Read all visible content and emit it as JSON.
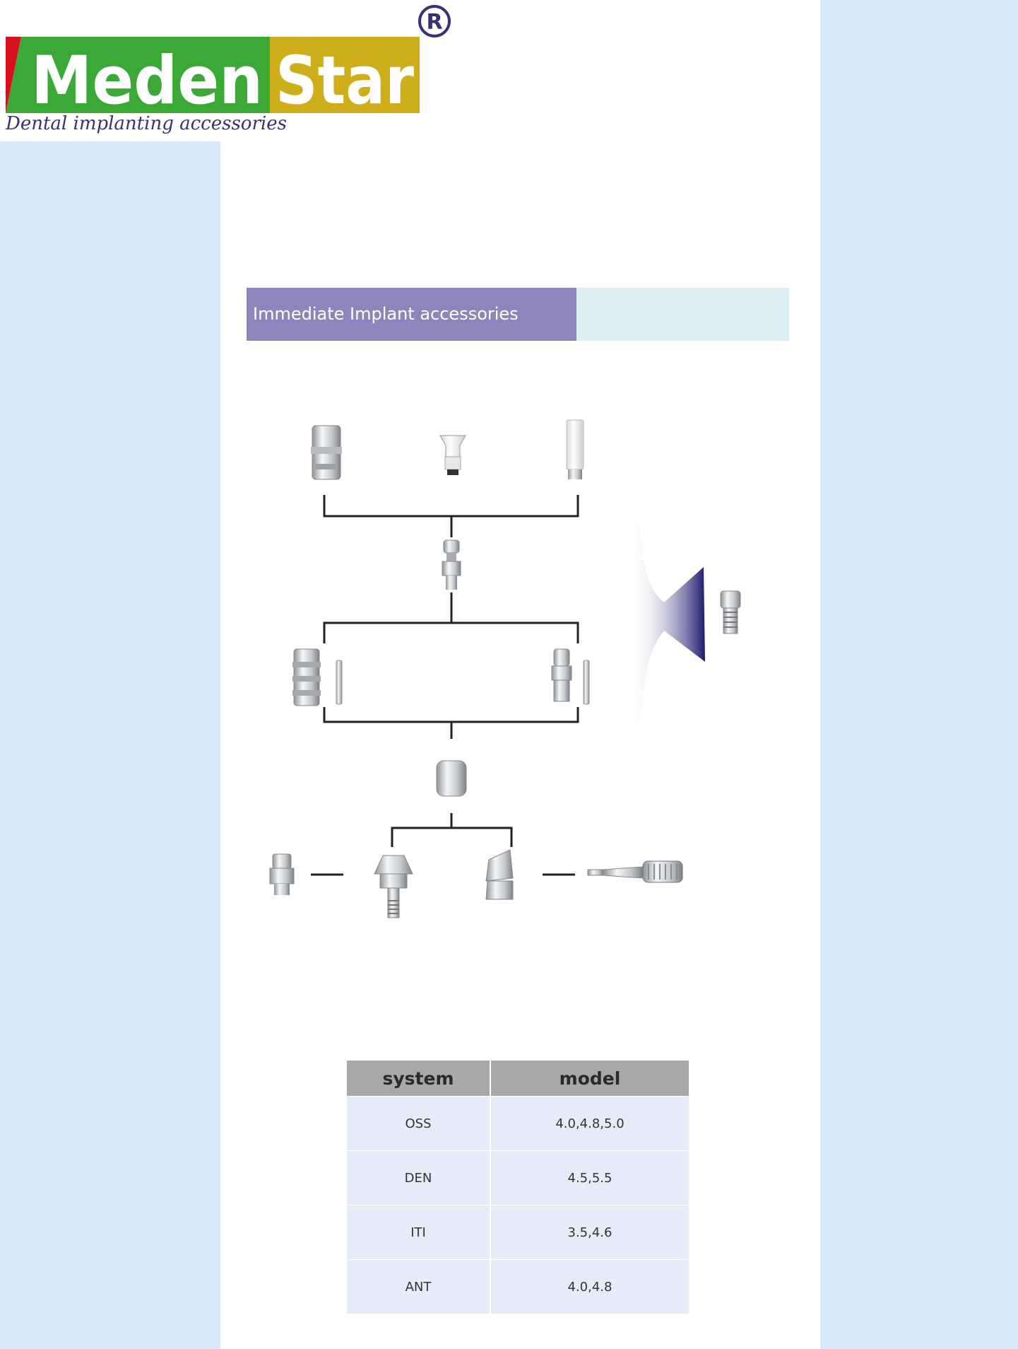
{
  "brand": {
    "name_part1": "Meden",
    "name_part2": "Star",
    "registered_mark": "R",
    "tagline": "Dental implanting accessories",
    "colors": {
      "red": "#d8101f",
      "green": "#3aa935",
      "gold": "#cfae1c",
      "ink": "#3a2f7a"
    }
  },
  "section": {
    "title": "Immediate Implant accessories",
    "colors": {
      "title_bg": "#8f84bb",
      "strip_bg": "#dbeef0"
    }
  },
  "diagram": {
    "components": [
      {
        "id": "impression-coping-top",
        "icon": "impression-coping-icon"
      },
      {
        "id": "healing-cap-white",
        "icon": "healing-cap-icon"
      },
      {
        "id": "plastic-sleeve",
        "icon": "plastic-sleeve-icon"
      },
      {
        "id": "transfer-post",
        "icon": "transfer-post-icon"
      },
      {
        "id": "impression-coping-left",
        "icon": "impression-coping-icon"
      },
      {
        "id": "guide-pin-left",
        "icon": "guide-pin-icon"
      },
      {
        "id": "analog-right",
        "icon": "implant-analog-icon"
      },
      {
        "id": "guide-pin-right",
        "icon": "guide-pin-icon"
      },
      {
        "id": "healing-cap-metal",
        "icon": "healing-cap-icon"
      },
      {
        "id": "analog-small",
        "icon": "implant-analog-icon"
      },
      {
        "id": "straight-abutment",
        "icon": "straight-abutment-icon"
      },
      {
        "id": "angled-abutment",
        "icon": "angled-abutment-icon"
      },
      {
        "id": "screwdriver",
        "icon": "screwdriver-icon"
      },
      {
        "id": "abutment-screw",
        "icon": "abutment-screw-icon"
      }
    ],
    "arrow_color": "#1e1a6e"
  },
  "table": {
    "headers": [
      "system",
      "model"
    ],
    "rows": [
      [
        "OSS",
        "4.0,4.8,5.0"
      ],
      [
        "DEN",
        "4.5,5.5"
      ],
      [
        "ITI",
        "3.5,4.6"
      ],
      [
        "ANT",
        "4.0,4.8"
      ]
    ]
  }
}
